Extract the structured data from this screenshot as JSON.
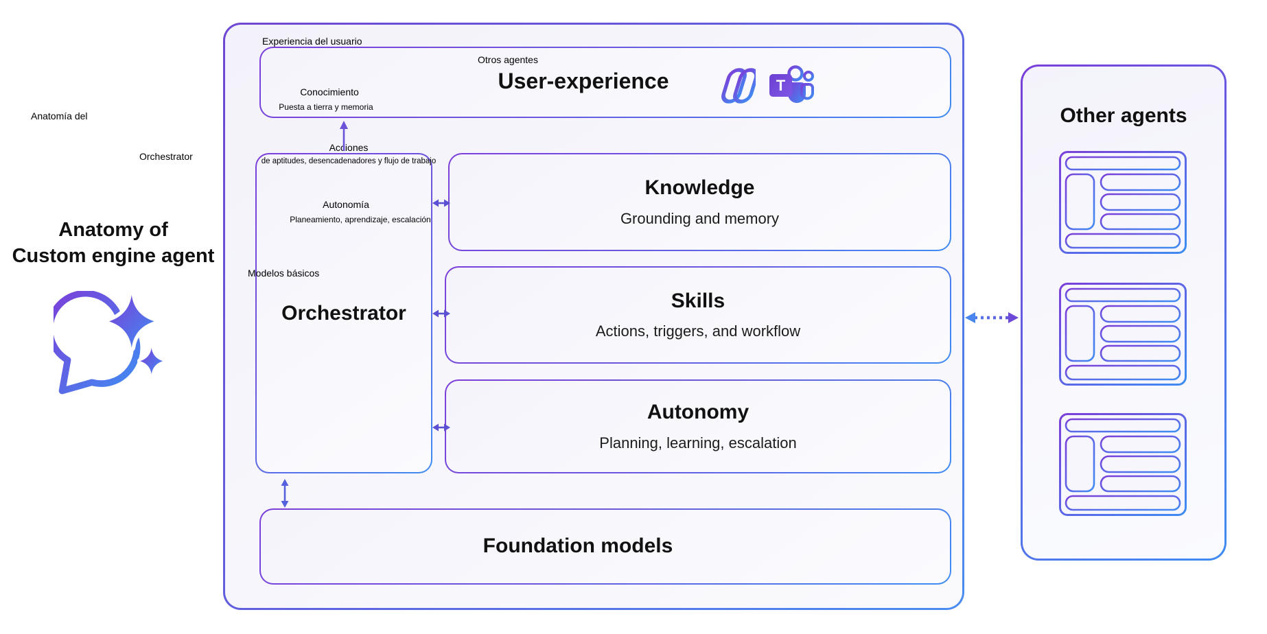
{
  "left_panel": {
    "overlay_fragment_anatomy": "Anatomía del",
    "overlay_fragment_orchestrator": "Orchestrator",
    "title_line1": "Anatomy of",
    "title_line2": "Custom engine agent",
    "icon": "chat-sparkles-icon"
  },
  "agent_container": {
    "user_experience": {
      "overlay_label": "Experiencia del usuario",
      "overlay_other_agents": "Otros agentes",
      "title": "User-experience",
      "overlay_knowledge": "Conocimiento",
      "overlay_grounding": "Puesta a tierra y memoria",
      "icons": [
        "copilot-icon",
        "teams-icon"
      ],
      "teams_letter": "T"
    },
    "orchestrator": {
      "overlay_actions": "Acciones",
      "overlay_actions_sub": "de aptitudes, desencadenadores y flujo de trabajo",
      "overlay_autonomy": "Autonomía",
      "overlay_autonomy_sub": "Planeamiento, aprendizaje, escalación",
      "overlay_models": "Modelos básicos",
      "title": "Orchestrator"
    },
    "knowledge": {
      "title": "Knowledge",
      "subtitle": "Grounding and memory"
    },
    "skills": {
      "title": "Skills",
      "subtitle": "Actions, triggers, and workflow"
    },
    "autonomy": {
      "title": "Autonomy",
      "subtitle": "Planning, learning, escalation"
    },
    "foundation_models": {
      "title": "Foundation models"
    }
  },
  "other_agents": {
    "title": "Other agents",
    "card_count": 3,
    "card_icon": "agent-wireframe-card-icon"
  },
  "colors": {
    "border_gradient_start": "#7b3fd9",
    "border_gradient_end": "#3f8cf2",
    "arrow_purple": "#5b50d4",
    "arrow_up": "#6b52d8",
    "arrow_vertical": "#5560de",
    "dotted_arrow_blue_head": "#4a86f0",
    "dotted_arrow_purple_head": "#6d49d8",
    "container_fill": "#f3f2fa",
    "box_fill": "#f7f7fc",
    "text": "#111111"
  }
}
